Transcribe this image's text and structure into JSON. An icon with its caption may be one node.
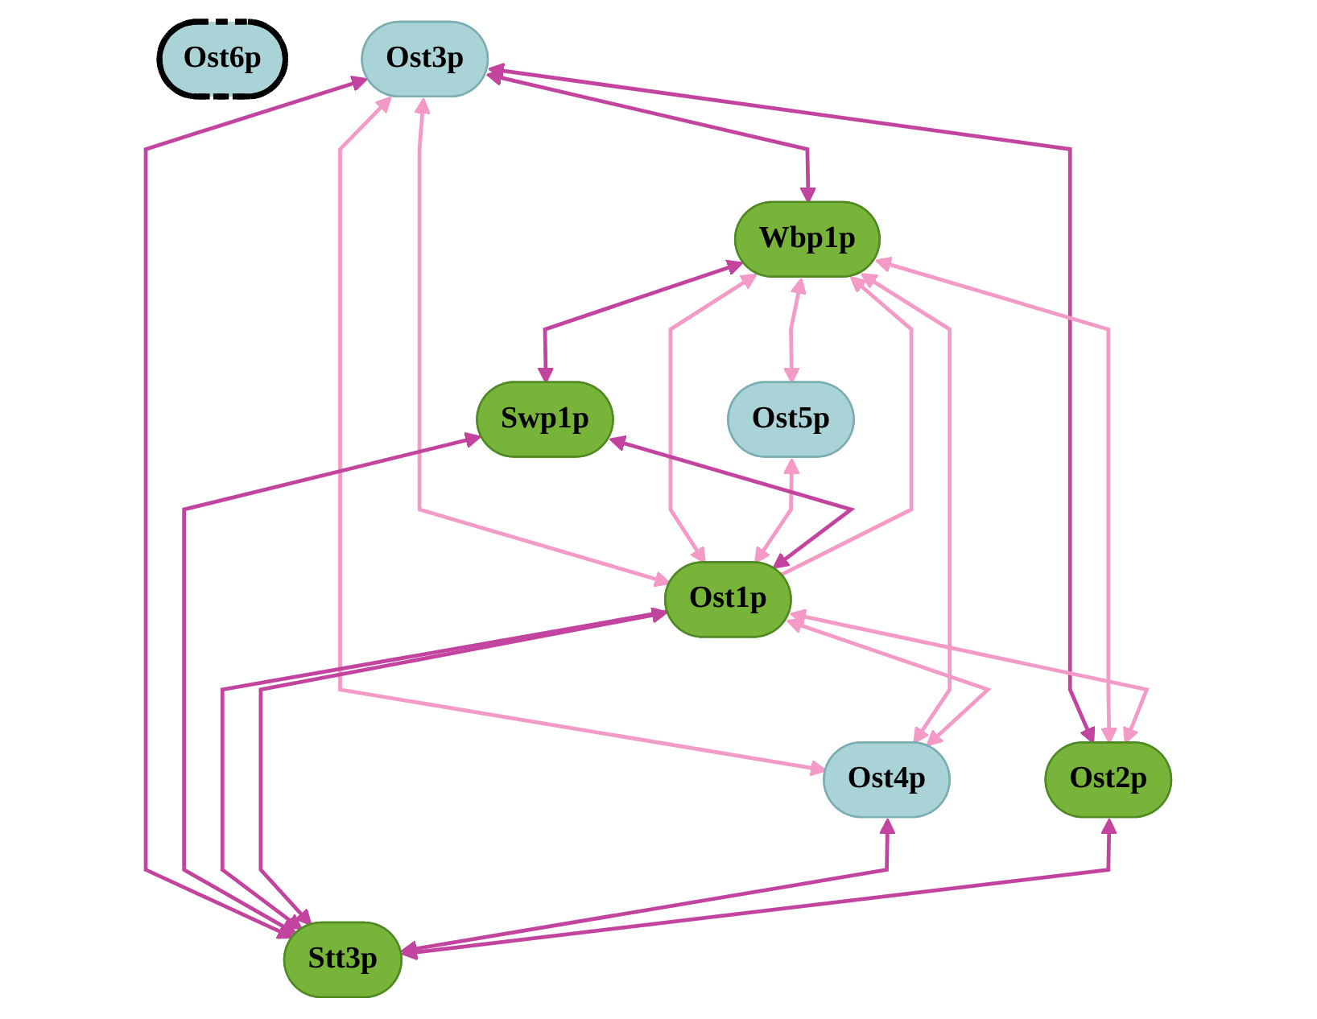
{
  "diagram": {
    "nodes": [
      {
        "text": [
          "Ost6p"
        ]
      },
      {
        "text": [
          "Ost3p"
        ]
      },
      {
        "text": [
          "Wbp1p"
        ]
      },
      {
        "text": [
          "Ost5p"
        ]
      },
      {
        "text": [
          "Ost1p"
        ]
      },
      {
        "text": [
          "Ost4p"
        ]
      },
      {
        "text": [
          "Swp1p"
        ]
      },
      {
        "text": [
          "Ost2p"
        ]
      },
      {
        "text": [
          "Stt3p"
        ]
      }
    ],
    "edges": [
      {
        "from": 1,
        "to": 2,
        "arrow": "both",
        "color": "#c2449e"
      },
      {
        "from": 1,
        "to": 4,
        "arrow": "both",
        "color": "#f49ac6"
      },
      {
        "from": 1,
        "to": 8,
        "arrow": "both",
        "color": "#c2449e"
      },
      {
        "from": 1,
        "to": 5,
        "arrow": "both",
        "color": "#f49ac6"
      },
      {
        "from": 1,
        "to": 7,
        "arrow": "both",
        "color": "#c2449e"
      },
      {
        "from": 2,
        "to": 6,
        "arrow": "both",
        "color": "#c2449e"
      },
      {
        "from": 2,
        "to": 3,
        "arrow": "both",
        "color": "#f49ac6"
      },
      {
        "from": 4,
        "to": 2,
        "arrow": "to",
        "color": "#f49ac6"
      },
      {
        "from": 2,
        "to": 4,
        "arrow": "both",
        "color": "#f49ac6"
      },
      {
        "from": 2,
        "to": 5,
        "arrow": "both",
        "color": "#f49ac6"
      },
      {
        "from": 2,
        "to": 7,
        "arrow": "both",
        "color": "#f49ac6"
      },
      {
        "from": 3,
        "to": 4,
        "arrow": "both",
        "color": "#f49ac6"
      },
      {
        "from": 6,
        "to": 4,
        "arrow": "both",
        "color": "#c2449e"
      },
      {
        "from": 4,
        "to": 5,
        "arrow": "both",
        "color": "#f49ac6"
      },
      {
        "from": 4,
        "to": 7,
        "arrow": "both",
        "color": "#f49ac6"
      },
      {
        "from": 6,
        "to": 8,
        "arrow": "both",
        "color": "#c2449e"
      },
      {
        "from": 4,
        "to": 8,
        "arrow": "to",
        "color": "#c2449e"
      },
      {
        "from": 4,
        "to": 8,
        "arrow": "both",
        "color": "#c2449e"
      },
      {
        "from": 5,
        "to": 8,
        "arrow": "both",
        "color": "#c2449e"
      },
      {
        "from": 7,
        "to": 8,
        "arrow": "both",
        "color": "#c2449e"
      }
    ]
  }
}
